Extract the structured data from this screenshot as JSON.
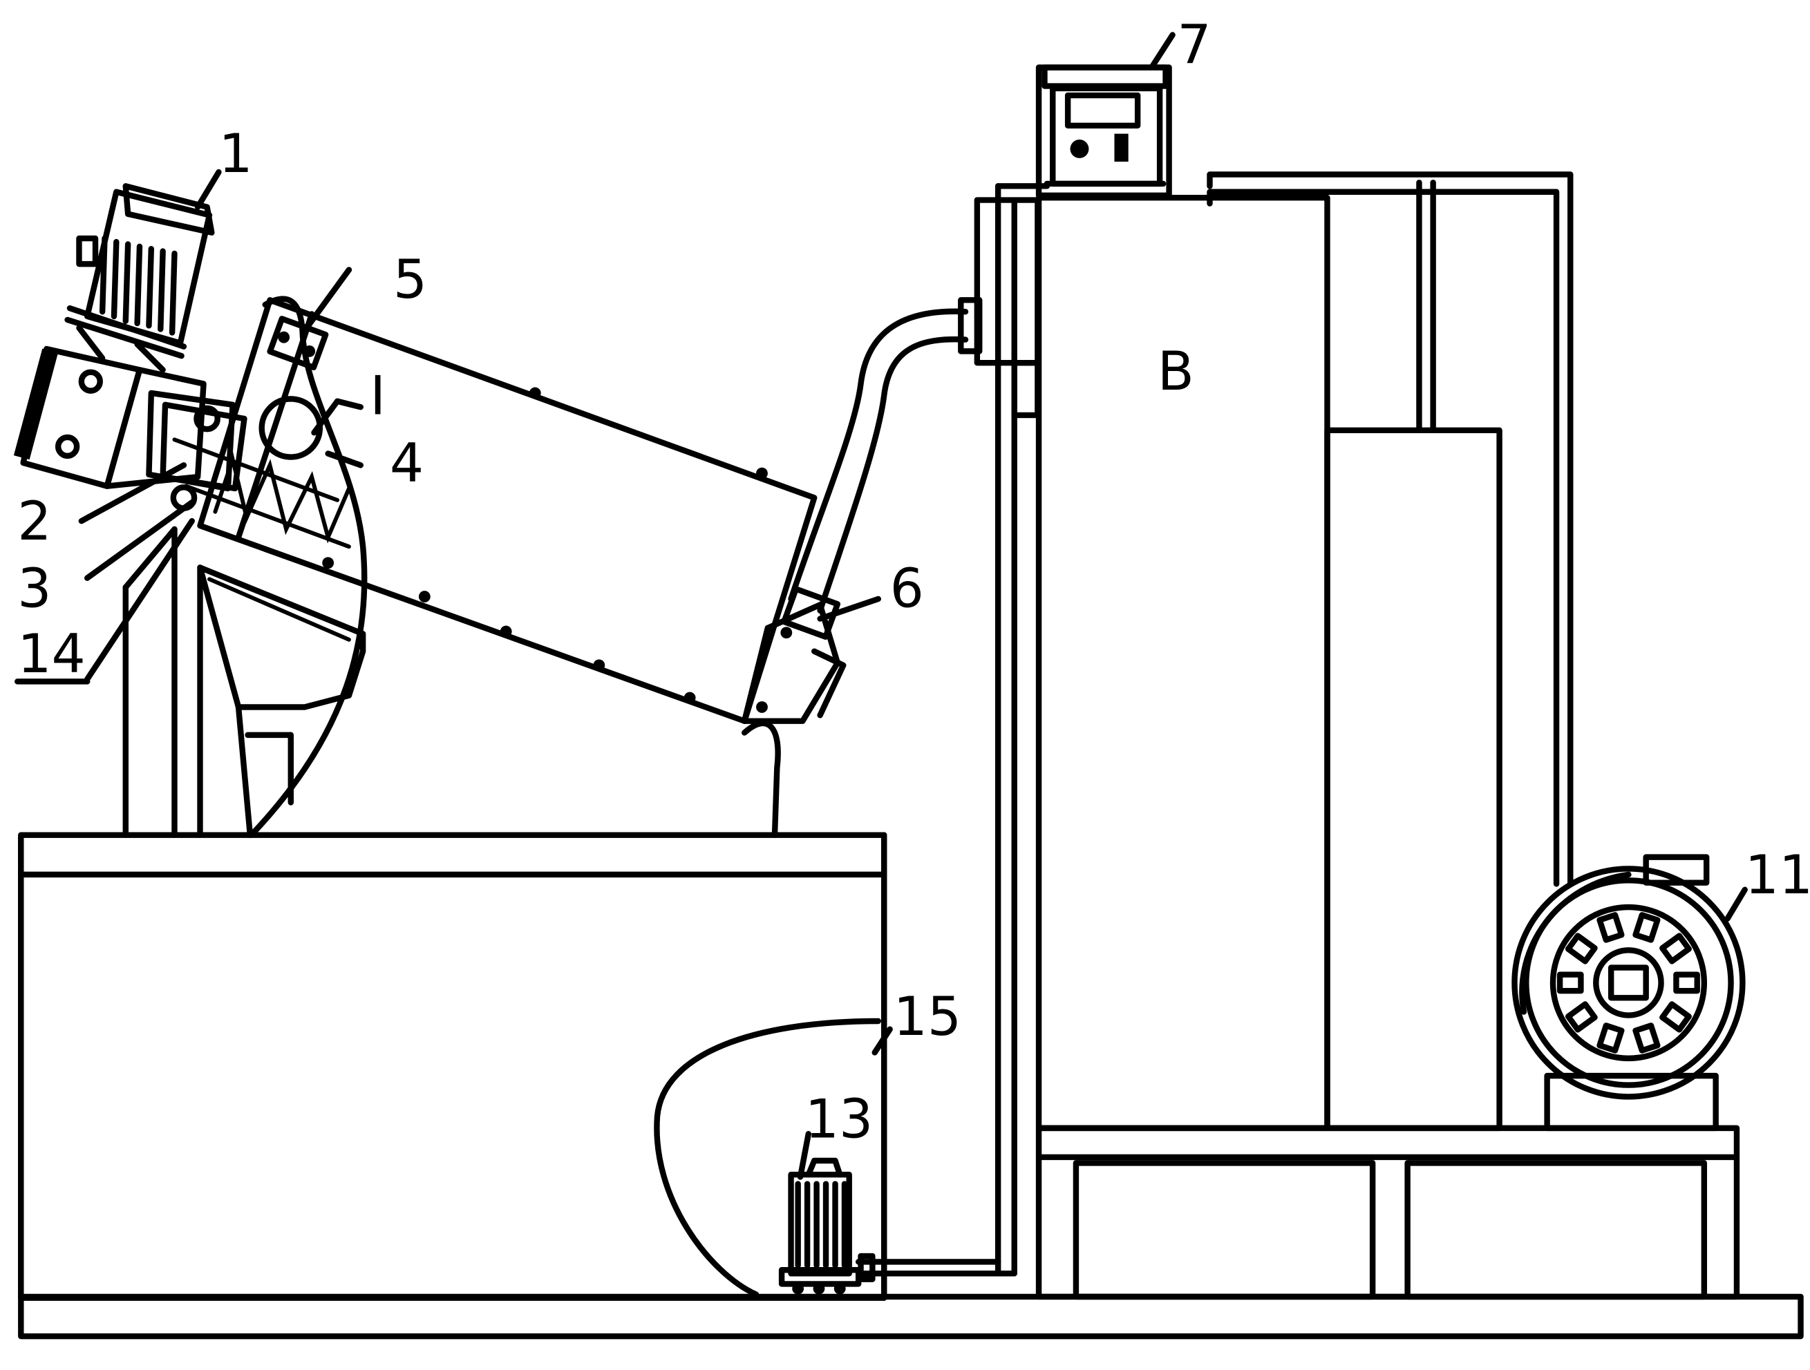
{
  "labels": {
    "l1": "1",
    "l2": "2",
    "l3": "3",
    "l4": "4",
    "l5": "5",
    "l6": "6",
    "l7": "7",
    "l11": "11",
    "l13": "13",
    "l14": "14",
    "l15": "15",
    "lB": "B",
    "lI": "I"
  }
}
